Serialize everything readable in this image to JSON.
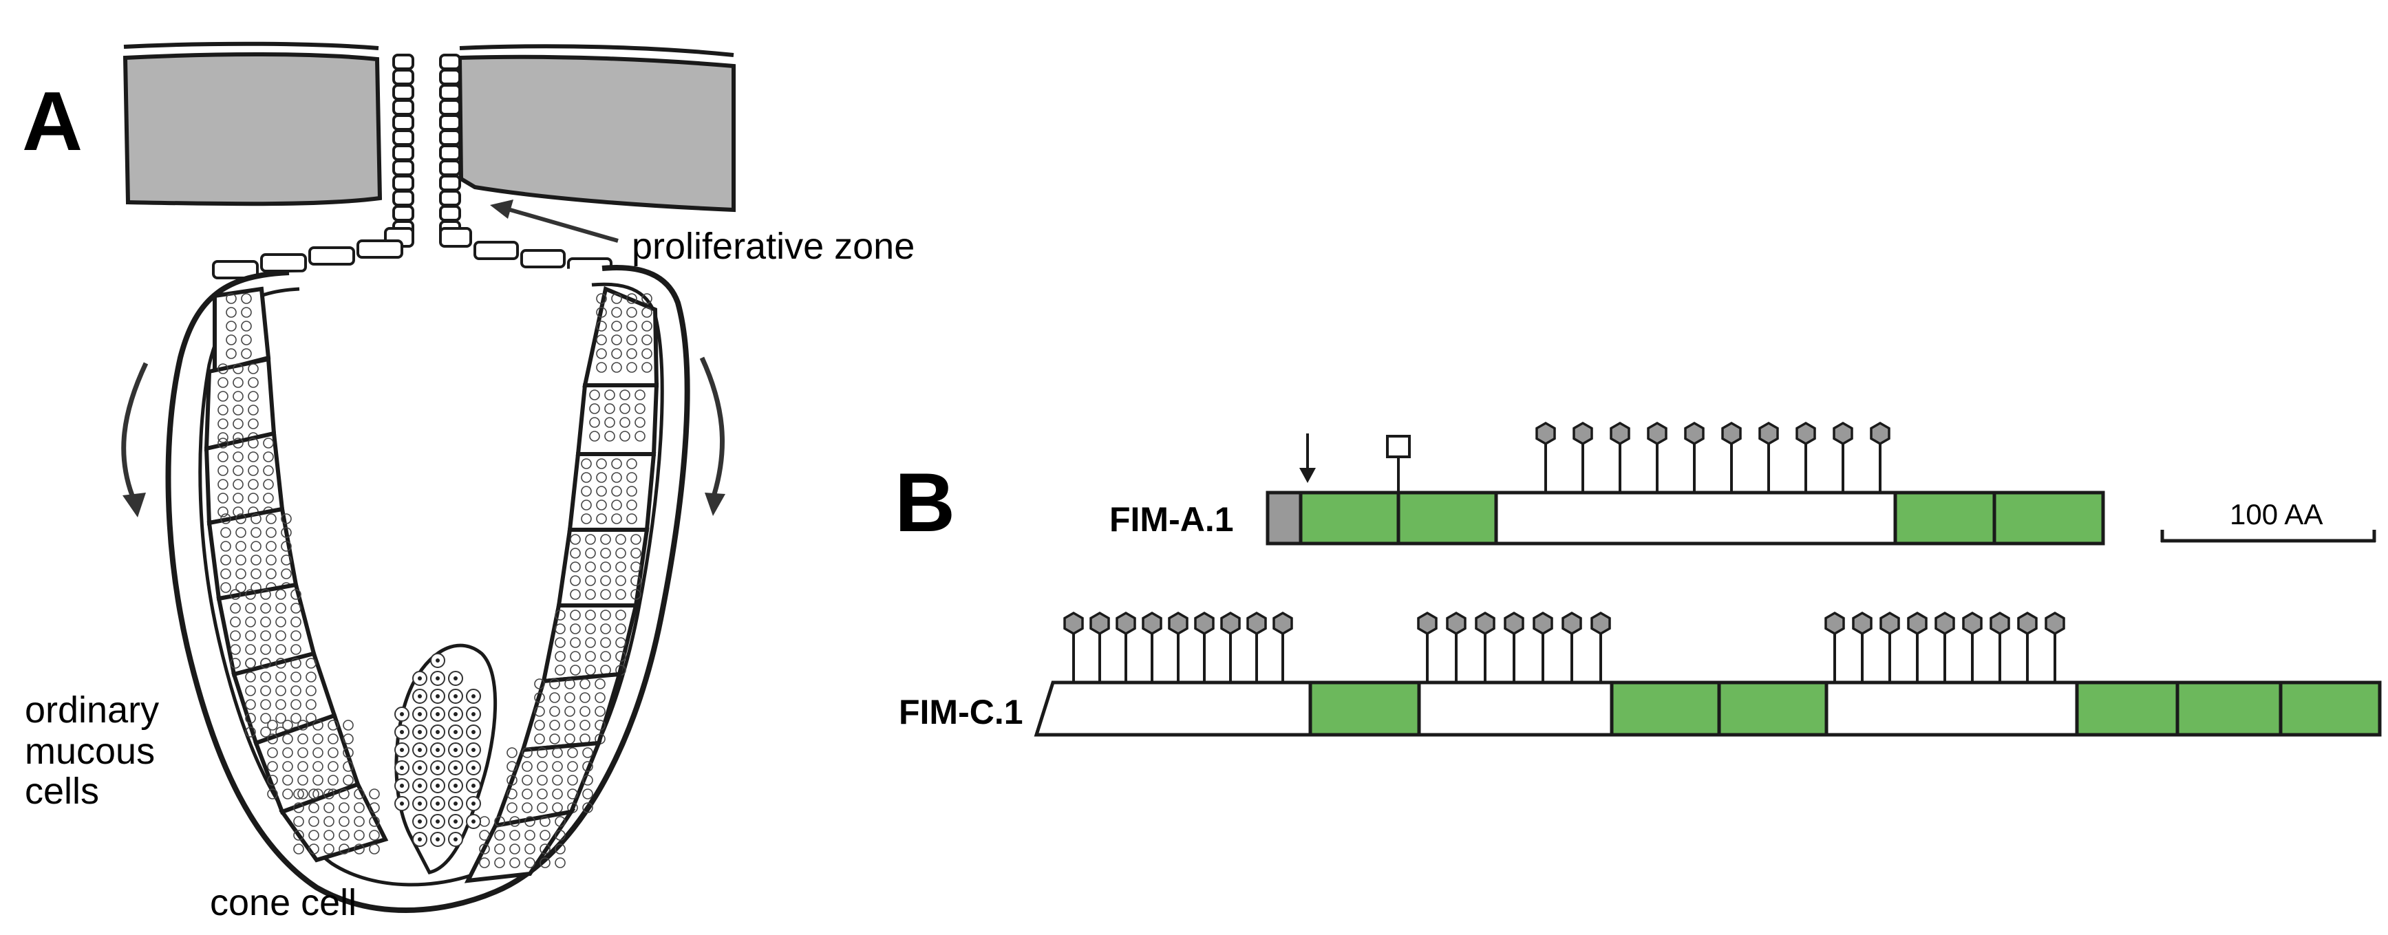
{
  "panel_a": {
    "letter": "A",
    "labels": {
      "proliferative_zone": "proliferative zone",
      "ordinary_mucous_cells": [
        "ordinary",
        "mucous",
        "cells"
      ],
      "cone_cell": "cone cell"
    },
    "colors": {
      "tissue_fill": "#b3b3b3",
      "outline": "#1a1a1a"
    }
  },
  "panel_b": {
    "letter": "B",
    "scale_bar_label": "100 AA",
    "colors": {
      "domain_fill": "#6cb85c",
      "signal_peptide_fill": "#999999",
      "glycan_fill": "#999999",
      "linker_fill": "#ffffff",
      "outline": "#1a1a1a"
    },
    "constructs": [
      {
        "name": "FIM-A.1",
        "segments": [
          "signal",
          "domain",
          "domain",
          "glycosylated",
          "domain",
          "domain"
        ],
        "markers": [
          "arrow",
          "open-square"
        ],
        "glycan_cluster_sizes": [
          10
        ]
      },
      {
        "name": "FIM-C.1",
        "segments": [
          "glycosylated",
          "domain",
          "glycosylated",
          "domain",
          "domain",
          "glycosylated",
          "domain",
          "domain",
          "domain"
        ],
        "glycan_cluster_sizes": [
          9,
          7,
          9
        ]
      }
    ]
  }
}
